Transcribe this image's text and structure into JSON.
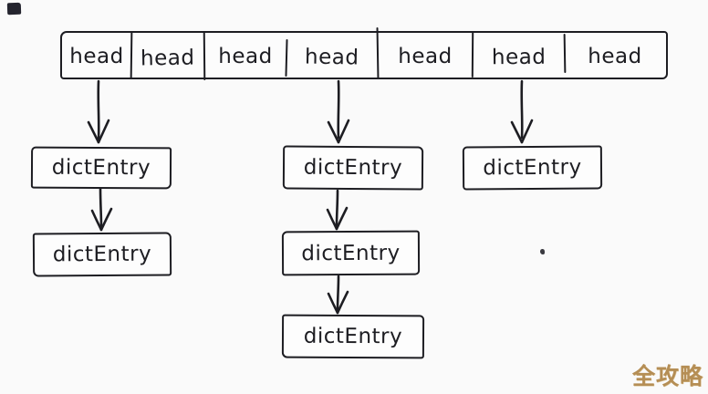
{
  "canvas": {
    "background_color": "#fafafa",
    "ink_color": "#1d1d22",
    "description": "hand-drawn hash table diagram: bucket array of head pointers with dictEntry chains"
  },
  "bucket_array": {
    "cells": [
      {
        "label": "head"
      },
      {
        "label": "head"
      },
      {
        "label": "head"
      },
      {
        "label": "head"
      },
      {
        "label": "head"
      },
      {
        "label": "head"
      },
      {
        "label": "head"
      }
    ]
  },
  "chains": [
    {
      "from_bucket": 1,
      "entries": [
        {
          "label": "dictEntry"
        },
        {
          "label": "dictEntry"
        }
      ]
    },
    {
      "from_bucket": 4,
      "entries": [
        {
          "label": "dictEntry"
        },
        {
          "label": "dictEntry"
        },
        {
          "label": "dictEntry"
        }
      ]
    },
    {
      "from_bucket": 6,
      "entries": [
        {
          "label": "dictEntry"
        }
      ]
    }
  ],
  "watermark": {
    "text": "全攻略",
    "color": "#b58e55"
  }
}
